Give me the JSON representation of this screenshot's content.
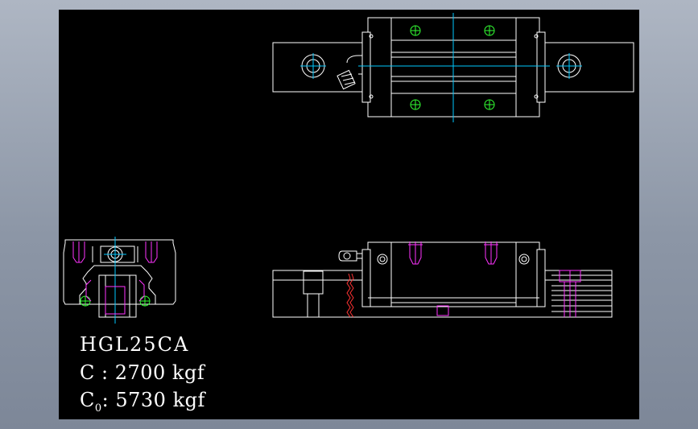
{
  "colors": {
    "background": "#000000",
    "line": "#ffffff",
    "centerline": "#00c8ff",
    "bolt": "#ff33ff",
    "ball": "#33ff33",
    "section": "#ff3333",
    "outer": "#8f99a8"
  },
  "specs": {
    "model": "HGL25CA",
    "dynamic_load_label": "C : 2700 kgf",
    "static_load_prefix": "C",
    "static_load_subscript": "0",
    "static_load_value": ": 5730 kgf"
  }
}
